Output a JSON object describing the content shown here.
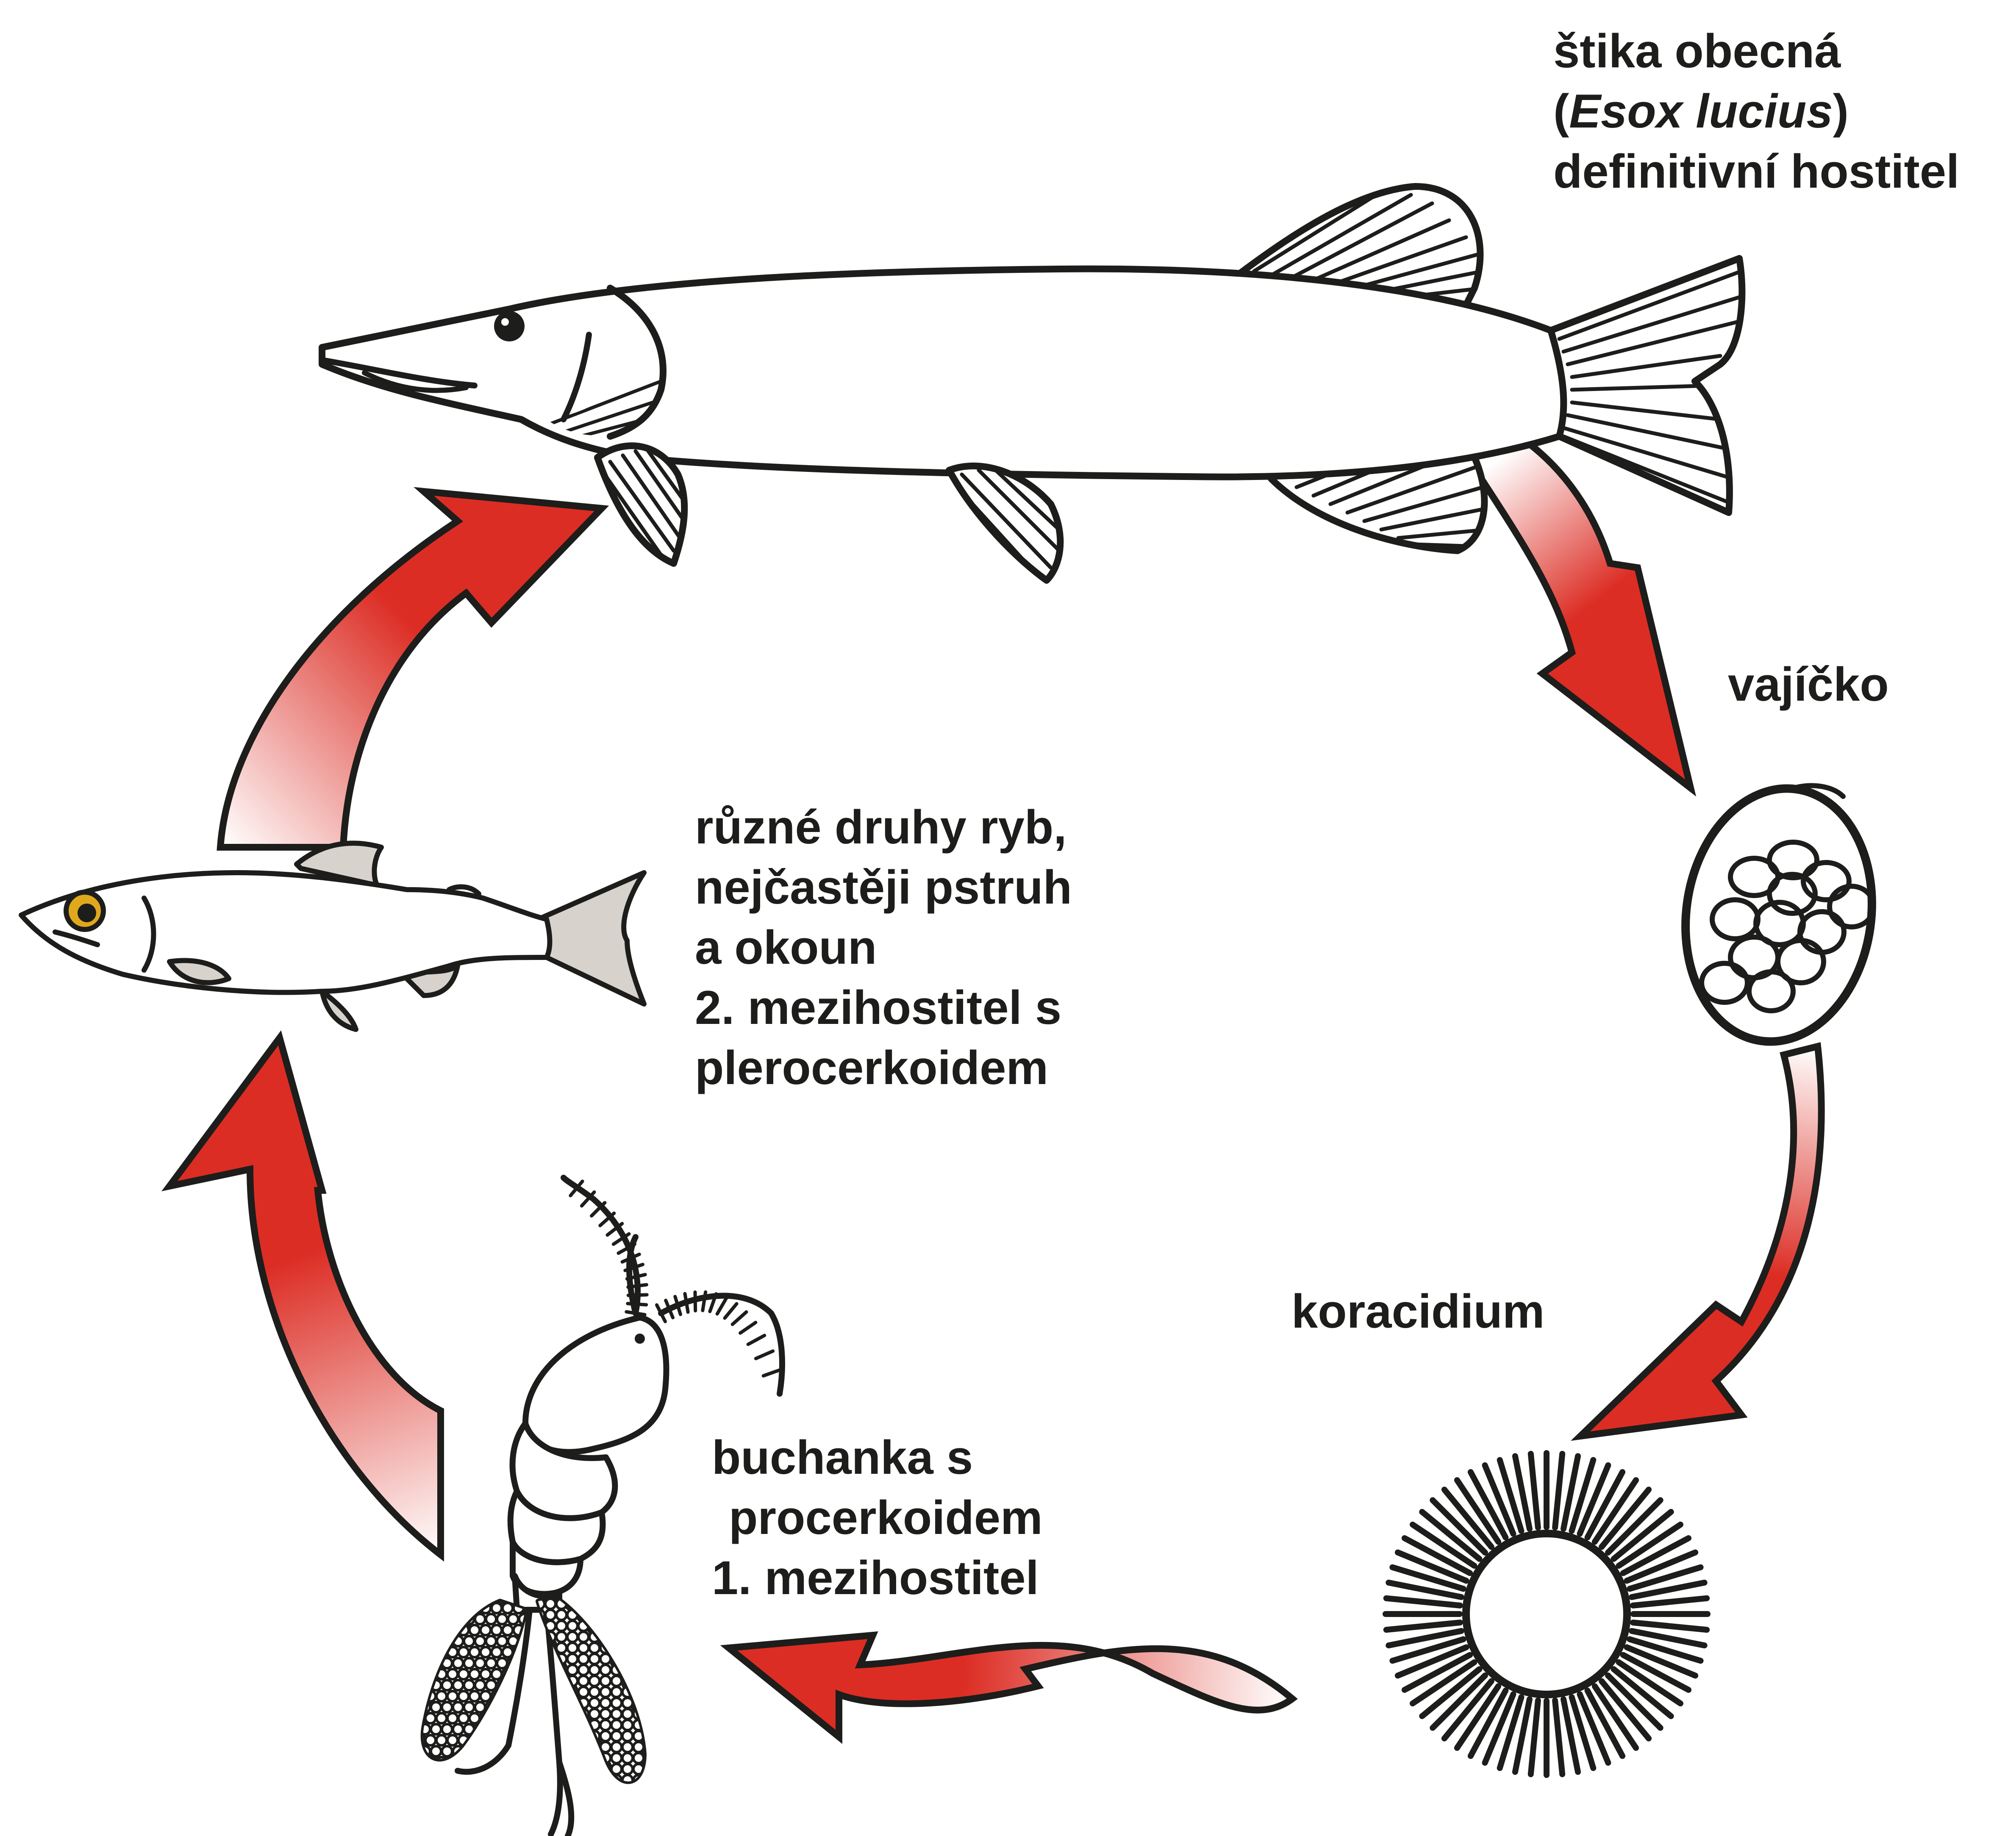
{
  "pike": {
    "name": "štika obecná",
    "latin_open": "(",
    "latin": "Esox lucius",
    "latin_close": ")",
    "role": "definitivní hostitel"
  },
  "egg": {
    "label": "vajíčko"
  },
  "coracidium": {
    "label": "koracidium"
  },
  "copepod": {
    "line1": "buchanka s",
    "line2": "procerkoidem",
    "line3": "1. mezihostitel"
  },
  "fish2": {
    "line1": "různé druhy ryb,",
    "line2": "nejčastěji pstruh",
    "line3": "a okoun",
    "line4": "2. mezihostitel s",
    "line5": "plerocerkoidem"
  },
  "colors": {
    "arrow": "#dc2d24",
    "arrow_fade": "#ffffff",
    "outline": "#1d1d1b",
    "fish_fin": "#d7d3cc",
    "fish_eye": "#e0a81c"
  }
}
